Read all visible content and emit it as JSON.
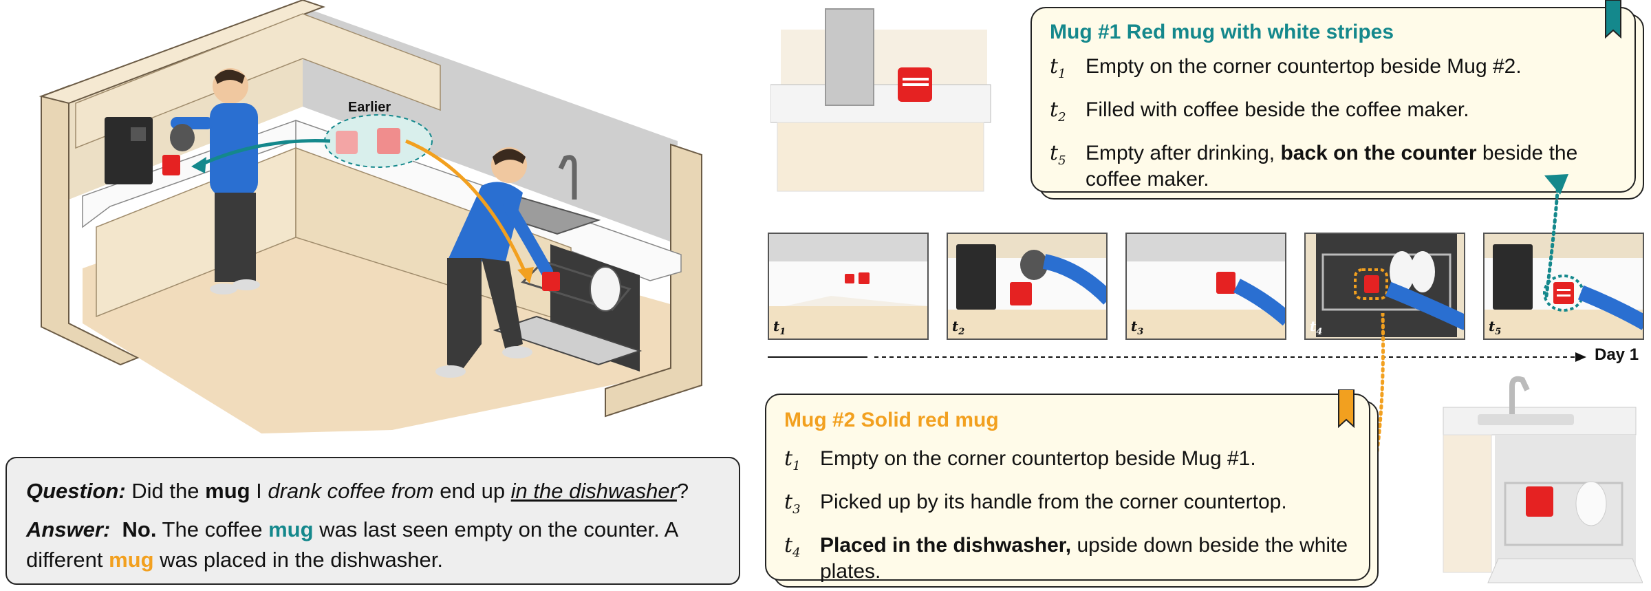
{
  "scene": {
    "earlier_label": "Earlier"
  },
  "qa": {
    "question_label": "Question:",
    "q_pre": " Did the ",
    "q_mug": "mug",
    "q_i": " I ",
    "q_drank": "drank coffee from",
    "q_endup": " end up ",
    "q_dishwasher": "in the dishwasher",
    "q_end": "?",
    "answer_label": "Answer:",
    "a_no": "No.",
    "a_pre": " The coffee ",
    "a_mug1": "mug",
    "a_mid": " was last seen empty on the counter. A different ",
    "a_mug2": "mug",
    "a_end": " was placed in the dishwasher."
  },
  "mug1": {
    "title": "Mug #1 Red mug with white stripes",
    "entries": [
      {
        "t": "t",
        "sub": "1",
        "text": "Empty on the corner countertop beside Mug #2."
      },
      {
        "t": "t",
        "sub": "2",
        "text": "Filled with coffee beside the coffee maker."
      },
      {
        "t": "t",
        "sub": "5",
        "pre": "Empty after drinking, ",
        "bold": "back on the counter",
        "post": " beside the coffee maker."
      }
    ],
    "color": "#14888c"
  },
  "mug2": {
    "title": "Mug #2 Solid red mug",
    "entries": [
      {
        "t": "t",
        "sub": "1",
        "text": "Empty on the corner countertop beside Mug #1."
      },
      {
        "t": "t",
        "sub": "3",
        "text": "Picked up by its handle from the corner countertop."
      },
      {
        "t": "t",
        "sub": "4",
        "bold": "Placed in the dishwasher,",
        "post": " upside down beside the white plates."
      }
    ],
    "color": "#f2a01f"
  },
  "timeline": {
    "frames": [
      {
        "t": "t",
        "sub": "1"
      },
      {
        "t": "t",
        "sub": "2"
      },
      {
        "t": "t",
        "sub": "3"
      },
      {
        "t": "t",
        "sub": "4"
      },
      {
        "t": "t",
        "sub": "5"
      }
    ],
    "end_label": "Day 1"
  },
  "colors": {
    "teal": "#14888c",
    "orange": "#f2a01f",
    "mug_red": "#e52222",
    "shirt_blue": "#2a6fd1"
  }
}
